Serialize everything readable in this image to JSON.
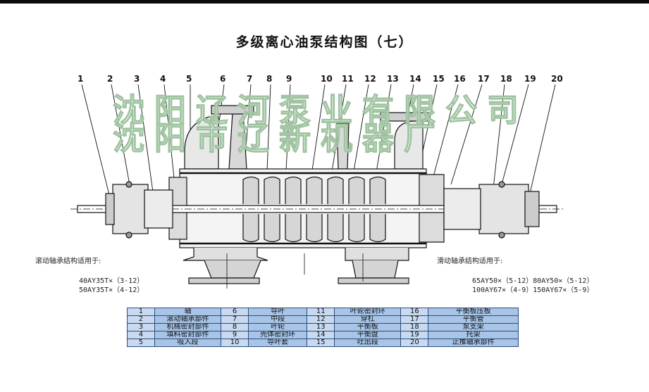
{
  "title": "多级离心油泵结构图（七）",
  "callouts": [
    "1",
    "2",
    "3",
    "4",
    "5",
    "6",
    "7",
    "8",
    "9",
    "10",
    "11",
    "12",
    "13",
    "14",
    "15",
    "16",
    "17",
    "18",
    "19",
    "20"
  ],
  "watermark": {
    "line1": "沈阳辽河泵业有限公司",
    "line2": "沈阳市辽新机器厂"
  },
  "notes": {
    "rolling_bearing": "滚动轴承结构适用于:",
    "sliding_bearing": "滑动轴承结构适用于:"
  },
  "models_left": [
    "40AY35T×（3-12）",
    "50AY35T×（4-12）"
  ],
  "models_right": [
    "65AY50×（5-12）80AY50×（5-12）",
    "100AY67×（4-9）150AY67×（5-9）"
  ],
  "legend": [
    [
      "1",
      "轴",
      "6",
      "导叶",
      "11",
      "叶轮密封环",
      "16",
      "平衡板压板"
    ],
    [
      "2",
      "滚动轴承部件",
      "7",
      "中段",
      "12",
      "穿杠",
      "17",
      "平衡管"
    ],
    [
      "3",
      "机械密封部件",
      "8",
      "叶轮",
      "13",
      "平衡板",
      "18",
      "泵支架"
    ],
    [
      "4",
      "填料密封部件",
      "9",
      "壳体密封环",
      "14",
      "平衡盘",
      "19",
      "托架"
    ],
    [
      "5",
      "吸入段",
      "10",
      "导叶套",
      "15",
      "吐出段",
      "20",
      "止推轴承部件"
    ]
  ]
}
